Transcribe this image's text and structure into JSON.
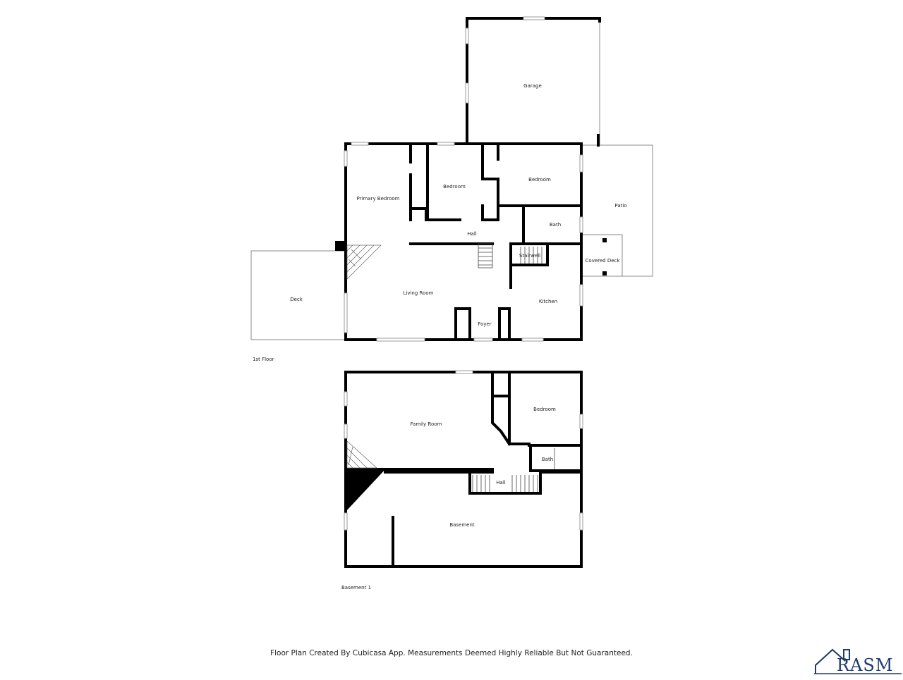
{
  "floors": [
    {
      "label": "1st Floor",
      "rooms": {
        "garage": "Garage",
        "primary_bedroom": "Primary Bedroom",
        "bedroom_a": "Bedroom",
        "bedroom_b": "Bedroom",
        "patio": "Patio",
        "hall": "Hall",
        "bath": "Bath",
        "stairwell": "Stairwell",
        "covered_deck": "Covered Deck",
        "deck": "Deck",
        "living_room": "Living Room",
        "kitchen": "Kitchen",
        "foyer": "Foyer"
      }
    },
    {
      "label": "Basement 1",
      "rooms": {
        "family_room": "Family Room",
        "bedroom": "Bedroom",
        "bath": "Bath",
        "hall": "Hall",
        "basement": "Basement"
      }
    }
  ],
  "footer": "Floor Plan Created By Cubicasa App. Measurements Deemed Highly Reliable But Not Guaranteed.",
  "logo": {
    "text": "RASM",
    "color": "#1f3a6e"
  }
}
